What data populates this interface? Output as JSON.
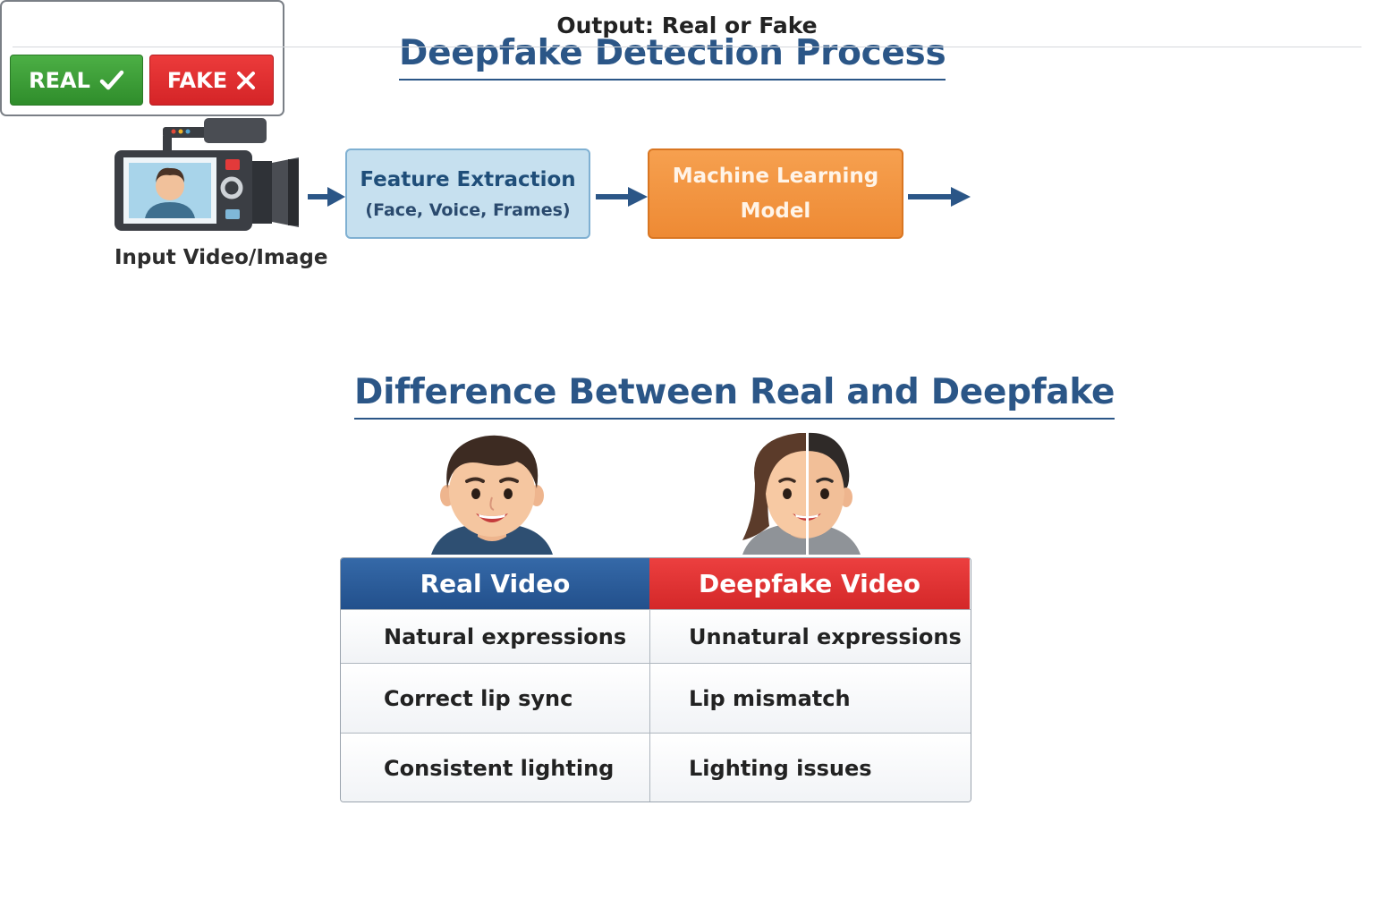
{
  "titles": {
    "process": "Deepfake Detection Process",
    "difference": "Difference Between Real and Deepfake"
  },
  "pipeline": {
    "input_label": "Input Video/Image",
    "feature_extraction": {
      "line1": "Feature Extraction",
      "line2": "(Face, Voice, Frames)"
    },
    "model": {
      "line1": "Machine Learning",
      "line2": "Model"
    },
    "output": {
      "title": "Output: Real or Fake",
      "real_label": "REAL",
      "fake_label": "FAKE"
    }
  },
  "comparison": {
    "headers": {
      "real": "Real Video",
      "fake": "Deepfake Video"
    },
    "rows": [
      {
        "real": "Natural expressions",
        "fake": "Unnatural expressions"
      },
      {
        "real": "Correct lip sync",
        "fake": "Lip mismatch"
      },
      {
        "real": "Consistent lighting",
        "fake": "Lighting issues"
      }
    ]
  },
  "icons": [
    "video-camera-icon",
    "arrow-right-icon",
    "checkmark-icon",
    "cross-icon",
    "real-person-avatar",
    "deepfake-person-avatar"
  ],
  "colors": {
    "title": "#2b5687",
    "feature_box": "#c6e0ef",
    "model_box": "#ee8a34",
    "real_green": "#2f8d2b",
    "fake_red": "#d42427",
    "real_header": "#22508c"
  }
}
